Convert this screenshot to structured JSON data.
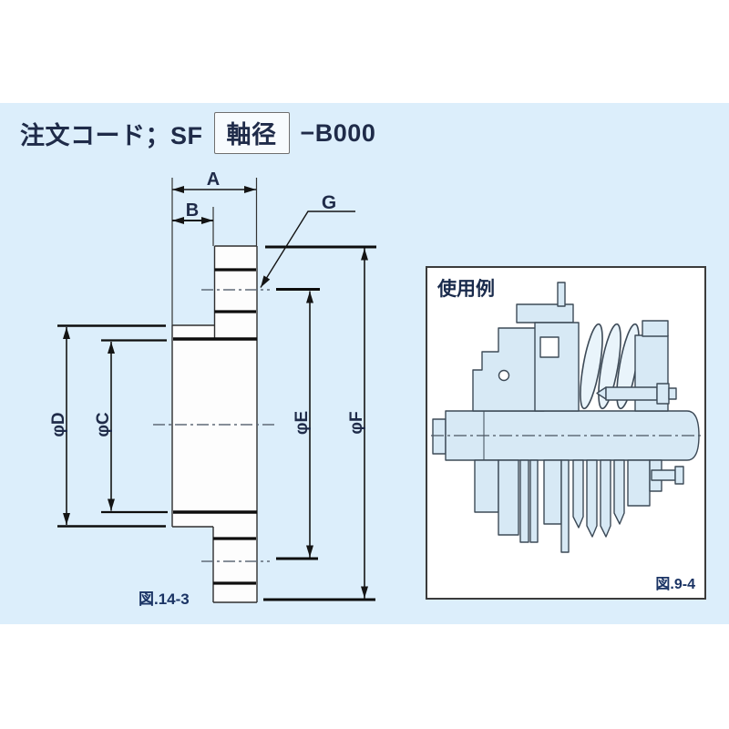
{
  "order_code": {
    "prefix": "注文コード；SF",
    "boxed_field": "軸径",
    "suffix": "−B000"
  },
  "drawing": {
    "figure_label": "図.14-3",
    "dimension_labels": {
      "a": "A",
      "b": "B",
      "g": "G",
      "phi_c": "φC",
      "phi_d": "φD",
      "phi_e": "φE",
      "phi_f": "φF"
    }
  },
  "usage_example": {
    "title": "使用例",
    "figure_label": "図.9-4"
  },
  "colors": {
    "panel_bg": "#dceefb",
    "ink_navy": "#1f2b49",
    "figure_label_navy": "#1a3364",
    "line_black": "#141414",
    "part_fill": "#fdfdfd",
    "seal_fill": "#d7e9f5",
    "seal_stroke": "#3d4a57"
  }
}
